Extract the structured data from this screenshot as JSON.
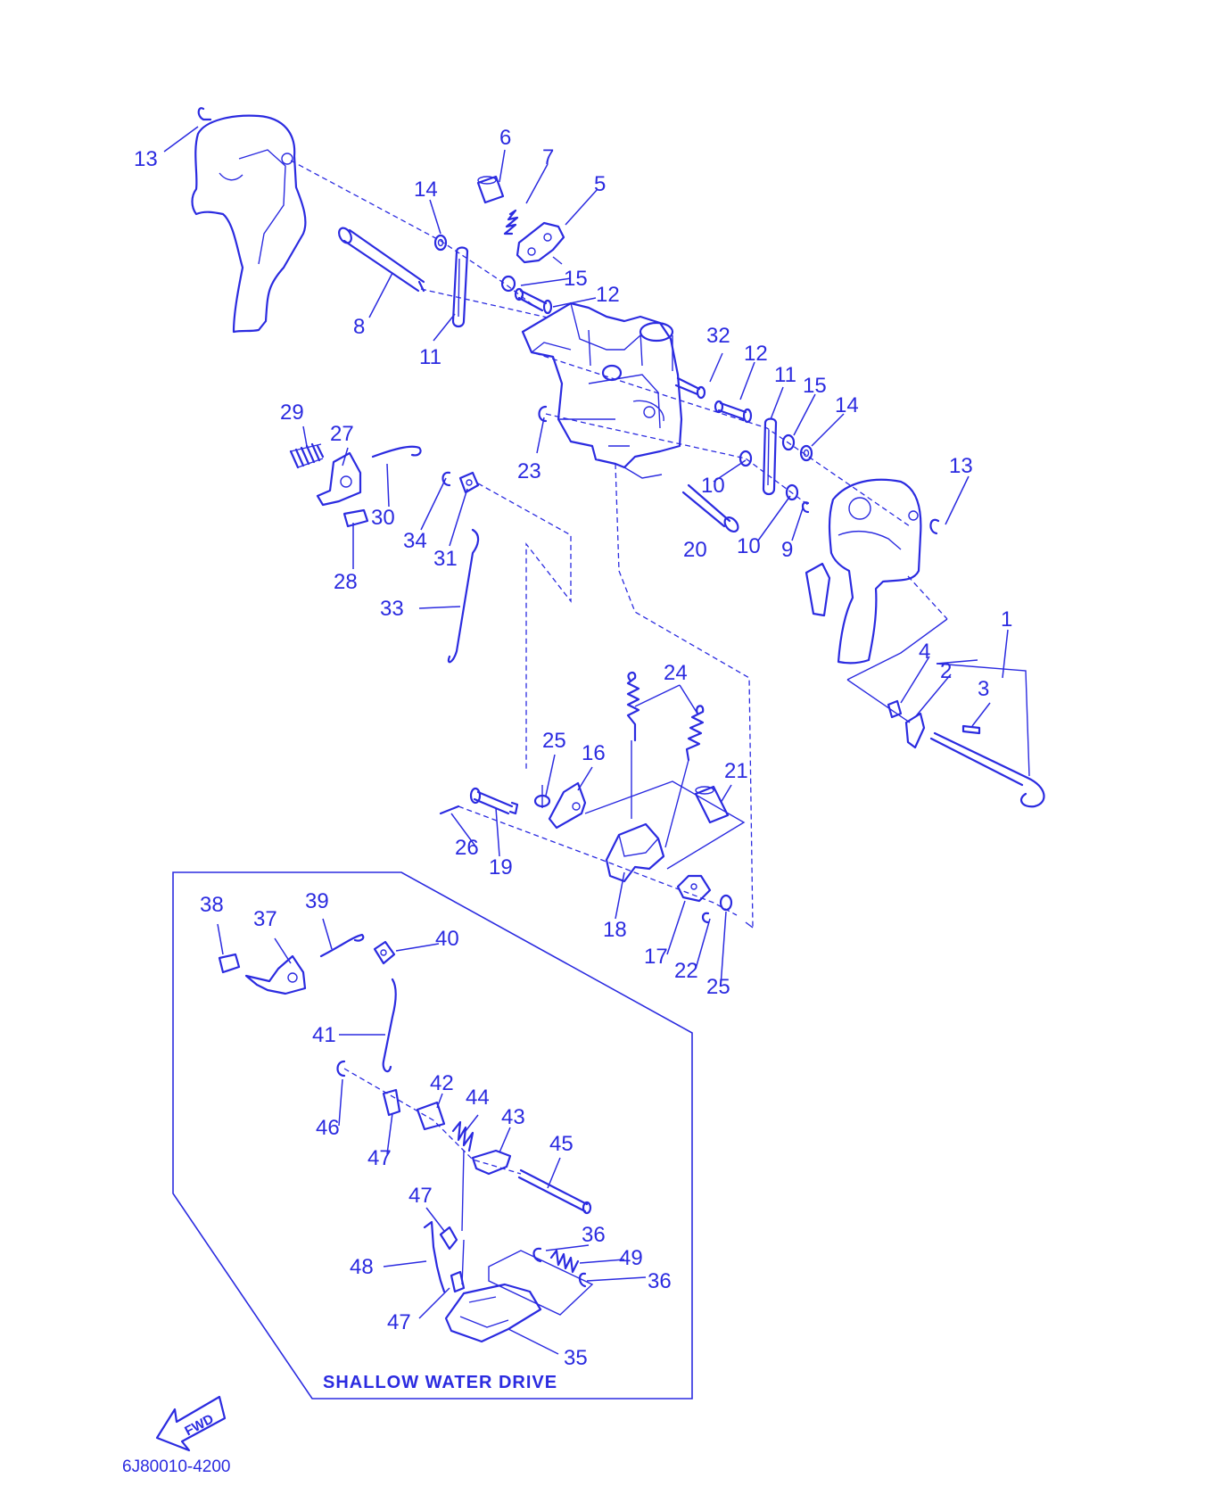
{
  "callouts": [
    {
      "id": "c13a",
      "text": "13"
    },
    {
      "id": "c6",
      "text": "6"
    },
    {
      "id": "c7",
      "text": "7"
    },
    {
      "id": "c5",
      "text": "5"
    },
    {
      "id": "c14a",
      "text": "14"
    },
    {
      "id": "c15a",
      "text": "15"
    },
    {
      "id": "c12a",
      "text": "12"
    },
    {
      "id": "c8",
      "text": "8"
    },
    {
      "id": "c11a",
      "text": "11"
    },
    {
      "id": "c32",
      "text": "32"
    },
    {
      "id": "c12b",
      "text": "12"
    },
    {
      "id": "c11b",
      "text": "11"
    },
    {
      "id": "c15b",
      "text": "15"
    },
    {
      "id": "c14b",
      "text": "14"
    },
    {
      "id": "c13b",
      "text": "13"
    },
    {
      "id": "c29",
      "text": "29"
    },
    {
      "id": "c27",
      "text": "27"
    },
    {
      "id": "c23",
      "text": "23"
    },
    {
      "id": "c30",
      "text": "30"
    },
    {
      "id": "c34",
      "text": "34"
    },
    {
      "id": "c31",
      "text": "31"
    },
    {
      "id": "c28",
      "text": "28"
    },
    {
      "id": "c10a",
      "text": "10"
    },
    {
      "id": "c10b",
      "text": "10"
    },
    {
      "id": "c9",
      "text": "9"
    },
    {
      "id": "c20",
      "text": "20"
    },
    {
      "id": "c33",
      "text": "33"
    },
    {
      "id": "c1",
      "text": "1"
    },
    {
      "id": "c4",
      "text": "4"
    },
    {
      "id": "c2",
      "text": "2"
    },
    {
      "id": "c3",
      "text": "3"
    },
    {
      "id": "c24",
      "text": "24"
    },
    {
      "id": "c25a",
      "text": "25"
    },
    {
      "id": "c16",
      "text": "16"
    },
    {
      "id": "c21",
      "text": "21"
    },
    {
      "id": "c26",
      "text": "26"
    },
    {
      "id": "c19",
      "text": "19"
    },
    {
      "id": "c18",
      "text": "18"
    },
    {
      "id": "c17",
      "text": "17"
    },
    {
      "id": "c22",
      "text": "22"
    },
    {
      "id": "c25b",
      "text": "25"
    },
    {
      "id": "c38",
      "text": "38"
    },
    {
      "id": "c37",
      "text": "37"
    },
    {
      "id": "c39",
      "text": "39"
    },
    {
      "id": "c40",
      "text": "40"
    },
    {
      "id": "c41",
      "text": "41"
    },
    {
      "id": "c42",
      "text": "42"
    },
    {
      "id": "c44",
      "text": "44"
    },
    {
      "id": "c43",
      "text": "43"
    },
    {
      "id": "c46",
      "text": "46"
    },
    {
      "id": "c47a",
      "text": "47"
    },
    {
      "id": "c45",
      "text": "45"
    },
    {
      "id": "c47b",
      "text": "47"
    },
    {
      "id": "c36a",
      "text": "36"
    },
    {
      "id": "c49",
      "text": "49"
    },
    {
      "id": "c36b",
      "text": "36"
    },
    {
      "id": "c48",
      "text": "48"
    },
    {
      "id": "c47c",
      "text": "47"
    },
    {
      "id": "c35",
      "text": "35"
    }
  ],
  "inset_title": "SHALLOW WATER DRIVE",
  "direction_label": "FWD",
  "figure_code": "6J80010-4200",
  "colors": {
    "ink": "#2b2be0",
    "background": "#ffffff"
  }
}
